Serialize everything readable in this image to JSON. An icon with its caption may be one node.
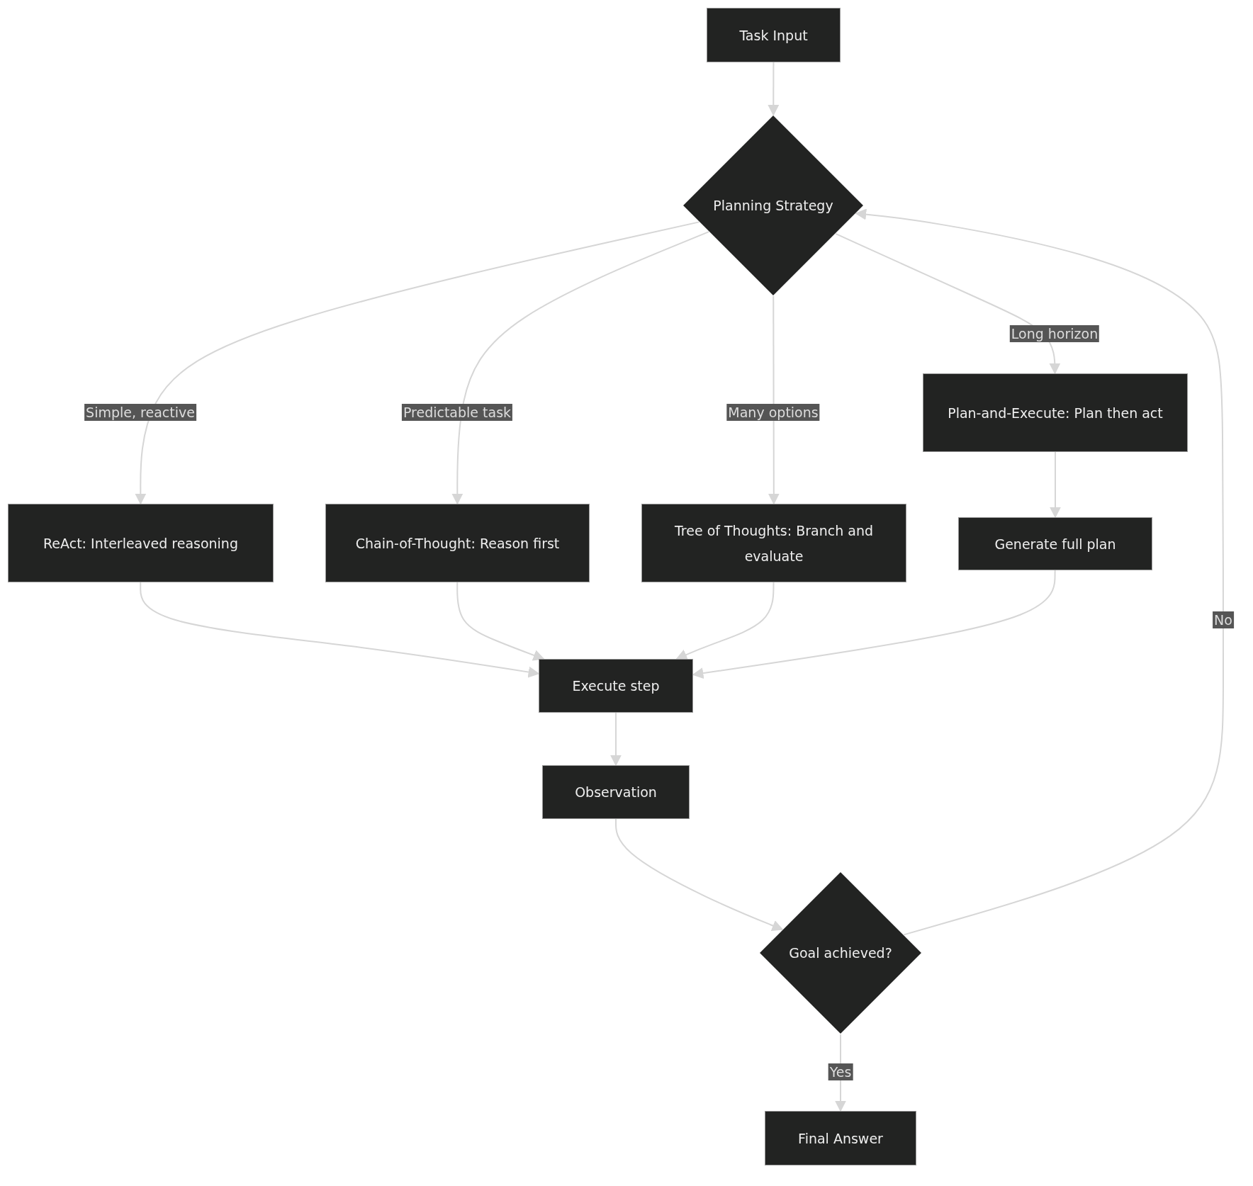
{
  "diagram": {
    "nodes": [
      {
        "text": [
          "Task Input"
        ]
      },
      {
        "text": [
          "Planning Strategy"
        ]
      },
      {
        "text": [
          "Plan-and-Execute: Plan then act"
        ]
      },
      {
        "text": [
          "ReAct: Interleaved reasoning"
        ]
      },
      {
        "text": [
          "Chain-of-Thought: Reason first"
        ]
      },
      {
        "text": [
          "Tree of Thoughts: Branch and evaluate"
        ]
      },
      {
        "text": [
          "Generate full plan"
        ]
      },
      {
        "text": [
          "Execute step"
        ]
      },
      {
        "text": [
          "Observation"
        ]
      },
      {
        "text": [
          "Goal achieved?"
        ]
      },
      {
        "text": [
          "Final Answer"
        ]
      }
    ],
    "edges": [
      {
        "from": 0,
        "to": 1,
        "arrow": "to"
      },
      {
        "from": 1,
        "to": 3,
        "arrow": "to",
        "label": "Simple, reactive"
      },
      {
        "from": 1,
        "to": 4,
        "arrow": "to",
        "label": "Predictable task"
      },
      {
        "from": 1,
        "to": 5,
        "arrow": "to",
        "label": "Many options"
      },
      {
        "from": 1,
        "to": 2,
        "arrow": "to",
        "label": "Long horizon"
      },
      {
        "from": 2,
        "to": 6,
        "arrow": "to"
      },
      {
        "from": 3,
        "to": 7,
        "arrow": "to"
      },
      {
        "from": 4,
        "to": 7,
        "arrow": "to"
      },
      {
        "from": 5,
        "to": 7,
        "arrow": "to"
      },
      {
        "from": 6,
        "to": 7,
        "arrow": "to"
      },
      {
        "from": 7,
        "to": 8,
        "arrow": "to"
      },
      {
        "from": 8,
        "to": 9,
        "arrow": "to"
      },
      {
        "from": 9,
        "to": 1,
        "arrow": "to",
        "label": "No"
      },
      {
        "from": 9,
        "to": 10,
        "arrow": "to",
        "label": "Yes"
      }
    ]
  }
}
